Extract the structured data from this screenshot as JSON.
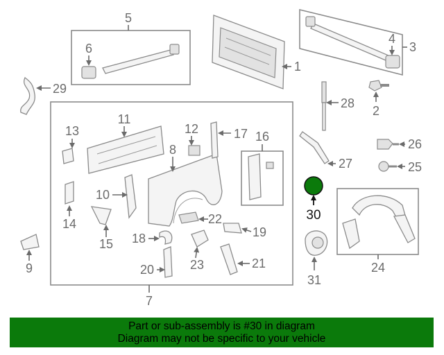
{
  "diagram": {
    "callouts": [
      "1",
      "2",
      "3",
      "4",
      "5",
      "6",
      "7",
      "8",
      "9",
      "10",
      "11",
      "12",
      "13",
      "14",
      "15",
      "16",
      "17",
      "18",
      "19",
      "20",
      "21",
      "22",
      "23",
      "24",
      "25",
      "26",
      "27",
      "28",
      "29",
      "30",
      "31"
    ],
    "highlighted_part": "30",
    "highlight_color": "#0b7a0b"
  },
  "banner": {
    "line1": "Part or sub-assembly is #30 in diagram",
    "line2": "Diagram may not be specific to your vehicle",
    "background": "#0b7a0b"
  }
}
